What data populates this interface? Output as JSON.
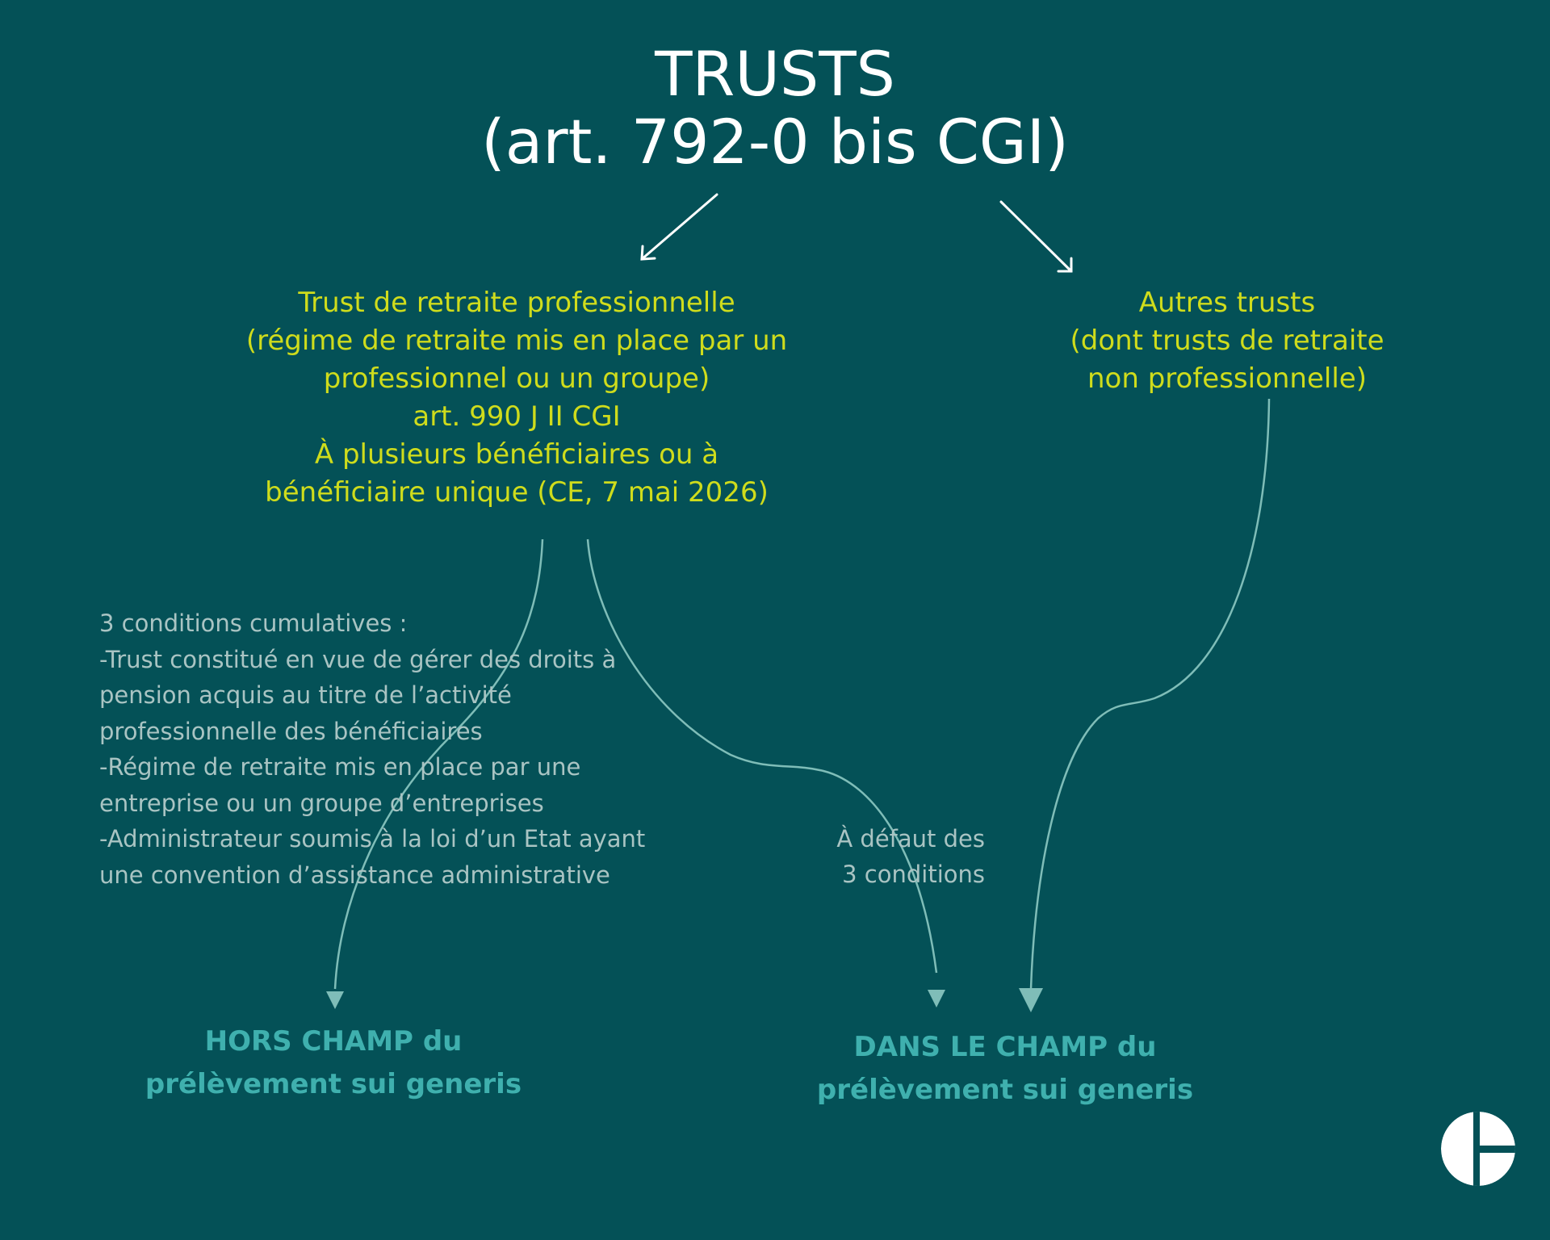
{
  "header": {
    "title_line1": "TRUSTS",
    "title_line2": "(art. 792-0 bis CGI)"
  },
  "nodes": {
    "left": {
      "lines": [
        "Trust de retraite professionnelle",
        "(régime de retraite mis en place par un",
        "professionnel ou un groupe)",
        "art. 990 J II CGI",
        "À plusieurs bénéficiaires ou à",
        "bénéficiaire unique (CE, 7 mai 2026)"
      ]
    },
    "right": {
      "lines": [
        "Autres trusts",
        "(dont trusts de retraite",
        "non professionnelle)"
      ]
    }
  },
  "conditions": {
    "lines": [
      "3 conditions cumulatives :",
      "-Trust constitué en vue de gérer des droits à",
      "pension acquis au titre de l’activité",
      "professionnelle des bénéficiaires",
      "-Régime de retraite mis en place par une",
      "entreprise ou un groupe d’entreprises",
      "-Administrateur soumis à la loi d’un Etat ayant",
      "une convention d’assistance administrative"
    ]
  },
  "default_label": {
    "lines": [
      "À défaut des",
      "3 conditions"
    ]
  },
  "outcomes": {
    "hors_champ": [
      "HORS CHAMP du",
      "prélèvement sui generis"
    ],
    "dans_champ": [
      "DANS LE CHAMP du",
      "prélèvement sui generis"
    ]
  },
  "colors": {
    "background": "#045157",
    "title": "#ffffff",
    "node_text": "#cfdc1c",
    "condition_text": "#a9c4c3",
    "outcome_text": "#3fb0ae",
    "connector": "#7fbdb8"
  }
}
